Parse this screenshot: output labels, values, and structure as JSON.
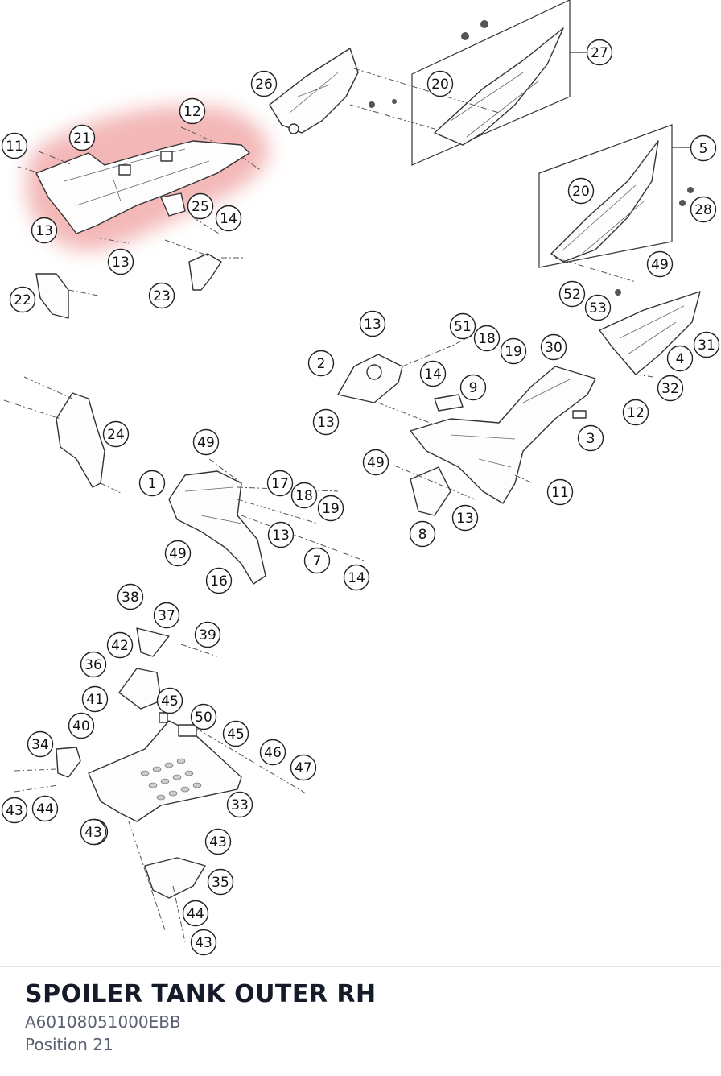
{
  "part": {
    "title": "SPOILER TANK OUTER RH",
    "number": "A60108051000EBB",
    "position": "Position 21"
  },
  "highlight_color": "#f0a0a0",
  "callouts": [
    "1",
    "2",
    "3",
    "4",
    "5",
    "7",
    "8",
    "9",
    "11",
    "11",
    "12",
    "12",
    "13",
    "13",
    "13",
    "13",
    "13",
    "13",
    "14",
    "14",
    "14",
    "16",
    "17",
    "18",
    "18",
    "19",
    "19",
    "20",
    "20",
    "21",
    "22",
    "23",
    "24",
    "25",
    "26",
    "27",
    "28",
    "30",
    "31",
    "32",
    "33",
    "34",
    "35",
    "36",
    "37",
    "38",
    "39",
    "40",
    "41",
    "42",
    "43",
    "43",
    "43",
    "43",
    "43",
    "44",
    "44",
    "45",
    "45",
    "46",
    "47",
    "49",
    "49",
    "49",
    "49",
    "50",
    "51",
    "52",
    "53"
  ]
}
